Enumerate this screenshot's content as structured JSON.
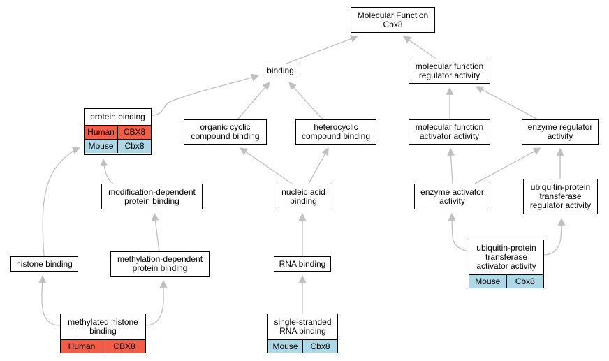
{
  "colors": {
    "human": "#f35d45",
    "mouse": "#add8e6",
    "edge": "#c0c0c0"
  },
  "nodes": {
    "mf_root": {
      "lines": [
        "Molecular Function",
        "Cbx8"
      ]
    },
    "binding": {
      "lines": [
        "binding"
      ]
    },
    "mf_regulator": {
      "lines": [
        "molecular function",
        "regulator activity"
      ]
    },
    "protein_binding": {
      "lines": [
        "protein binding"
      ],
      "rows": [
        [
          "Human",
          "CBX8"
        ],
        [
          "Mouse",
          "Cbx8"
        ]
      ]
    },
    "organic_cyclic": {
      "lines": [
        "organic cyclic",
        "compound binding"
      ]
    },
    "heterocyclic": {
      "lines": [
        "heterocyclic",
        "compound binding"
      ]
    },
    "mf_activator": {
      "lines": [
        "molecular function",
        "activator activity"
      ]
    },
    "enzyme_regulator": {
      "lines": [
        "enzyme regulator",
        "activity"
      ]
    },
    "mod_dependent": {
      "lines": [
        "modification-dependent",
        "protein binding"
      ]
    },
    "nucleic_acid": {
      "lines": [
        "nucleic acid",
        "binding"
      ]
    },
    "enzyme_activator": {
      "lines": [
        "enzyme activator",
        "activity"
      ]
    },
    "ubq_regulator": {
      "lines": [
        "ubiquitin-protein",
        "transferase",
        "regulator activity"
      ]
    },
    "histone_binding": {
      "lines": [
        "histone binding"
      ]
    },
    "methyl_dependent": {
      "lines": [
        "methylation-dependent",
        "protein binding"
      ]
    },
    "rna_binding": {
      "lines": [
        "RNA binding"
      ]
    },
    "ubq_activator": {
      "lines": [
        "ubiquitin-protein",
        "transferase",
        "activator activity"
      ],
      "rows": [
        [
          "Mouse",
          "Cbx8"
        ]
      ]
    },
    "methylated_histone": {
      "lines": [
        "methylated histone",
        "binding"
      ],
      "rows": [
        [
          "Human",
          "CBX8"
        ]
      ]
    },
    "ss_rna": {
      "lines": [
        "single-stranded",
        "RNA binding"
      ],
      "rows": [
        [
          "Mouse",
          "Cbx8"
        ]
      ]
    }
  }
}
